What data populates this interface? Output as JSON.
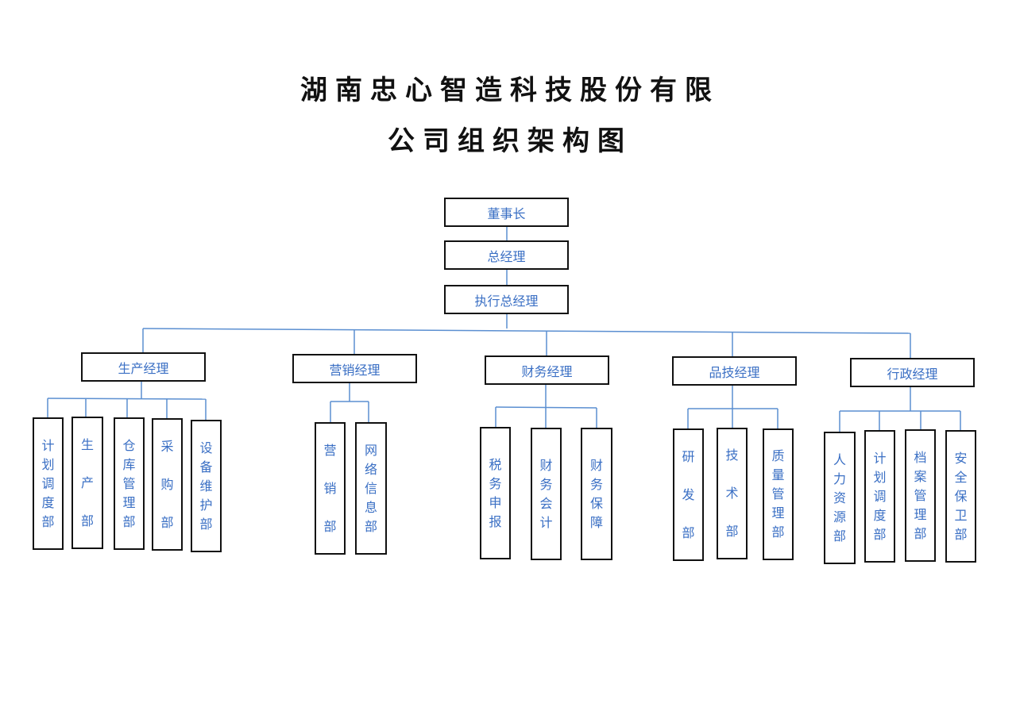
{
  "title": {
    "line1": "湖南忠心智造科技股份有限",
    "line2": "公司组织架构图"
  },
  "colors": {
    "line": "#5b8fd1",
    "text": "#3a6fc4",
    "border": "#111111"
  },
  "chart_data": {
    "type": "org-chart",
    "top": [
      "董事长",
      "总经理",
      "执行总经理"
    ],
    "managers": [
      {
        "label": "生产经理",
        "departments": [
          "计划调度部",
          "生产部",
          "仓库管理部",
          "采购部",
          "设备维护部"
        ]
      },
      {
        "label": "营销经理",
        "departments": [
          "营销部",
          "网络信息部"
        ]
      },
      {
        "label": "财务经理",
        "departments": [
          "税务申报",
          "财务会计",
          "财务保障"
        ]
      },
      {
        "label": "品技经理",
        "departments": [
          "研发部",
          "技术部",
          "质量管理部"
        ]
      },
      {
        "label": "行政经理",
        "departments": [
          "人力资源部",
          "计划调度部",
          "档案管理部",
          "安全保卫部"
        ]
      }
    ]
  }
}
